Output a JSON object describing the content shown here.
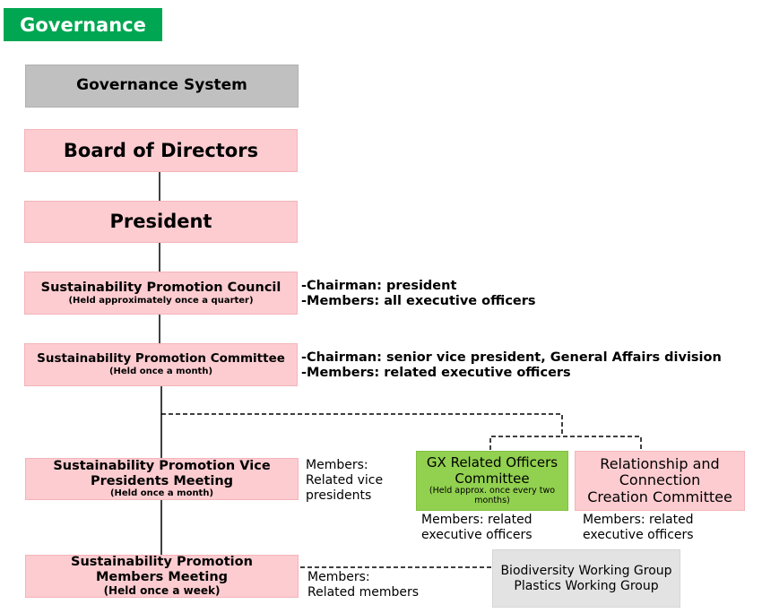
{
  "header": {
    "title": "Governance"
  },
  "colors": {
    "header_green": "#00a651",
    "pink": "#fcccd0",
    "gray": "#c0c0c0",
    "green": "#92d050",
    "light_gray": "#e3e3e3"
  },
  "system": {
    "title": "Governance System"
  },
  "board": {
    "title": "Board of Directors"
  },
  "president": {
    "title": "President"
  },
  "council": {
    "title": "Sustainability Promotion Council",
    "subtitle": "(Held approximately once a quarter)",
    "chairman": "-Chairman: president",
    "members": "-Members: all executive officers"
  },
  "committee": {
    "title": "Sustainability Promotion Committee",
    "subtitle": "(Held once a month)",
    "chairman": "-Chairman: senior vice president, General Affairs division",
    "members": "-Members: related executive officers"
  },
  "vp_meeting": {
    "title_line1": "Sustainability Promotion Vice",
    "title_line2": "Presidents Meeting",
    "subtitle": "(Held once a month)",
    "members_line1": "Members:",
    "members_line2": "Related vice",
    "members_line3": "presidents"
  },
  "gx": {
    "title_line1": "GX Related Officers",
    "title_line2": "Committee",
    "subtitle_line1": "(Held approx. once every two",
    "subtitle_line2": "months)",
    "members_line1": "Members: related",
    "members_line2": "executive officers"
  },
  "relationship": {
    "title_line1": "Relationship and",
    "title_line2": "Connection",
    "title_line3": "Creation Committee",
    "members_line1": "Members: related",
    "members_line2": "executive officers"
  },
  "members_meeting": {
    "title_line1": "Sustainability Promotion",
    "title_line2": "Members Meeting",
    "subtitle": "(Held once a week)",
    "members_line1": "Members:",
    "members_line2": "Related members"
  },
  "working_groups": {
    "line1": "Biodiversity Working Group",
    "line2": "Plastics Working Group"
  }
}
